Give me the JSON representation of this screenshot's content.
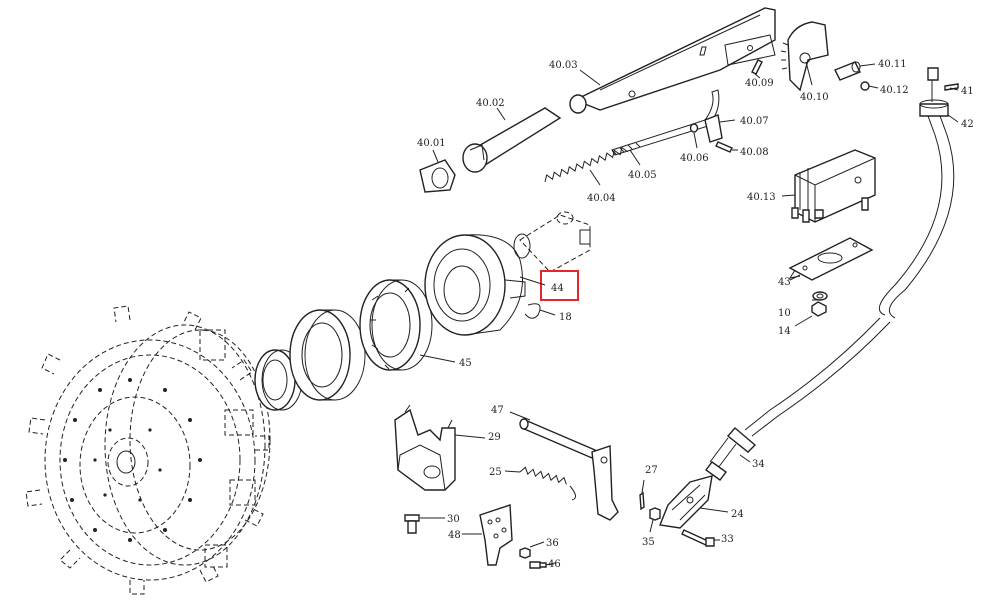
{
  "diagram": {
    "labels": {
      "p40_01": "40.01",
      "p40_02": "40.02",
      "p40_03": "40.03",
      "p40_04": "40.04",
      "p40_05": "40.05",
      "p40_06": "40.06",
      "p40_07": "40.07",
      "p40_08": "40.08",
      "p40_09": "40.09",
      "p40_10": "40.10",
      "p40_11": "40.11",
      "p40_12": "40.12",
      "p40_13": "40.13",
      "p41": "41",
      "p42": "42",
      "p43": "43",
      "p44": "44",
      "p45": "45",
      "p47": "47",
      "p10": "10",
      "p14": "14",
      "p18": "18",
      "p24": "24",
      "p25": "25",
      "p27": "27",
      "p29": "29",
      "p30": "30",
      "p33": "33",
      "p34": "34",
      "p35": "35",
      "p36": "36",
      "p46": "46",
      "p48": "48"
    },
    "highlight_color": "#e3262d"
  }
}
